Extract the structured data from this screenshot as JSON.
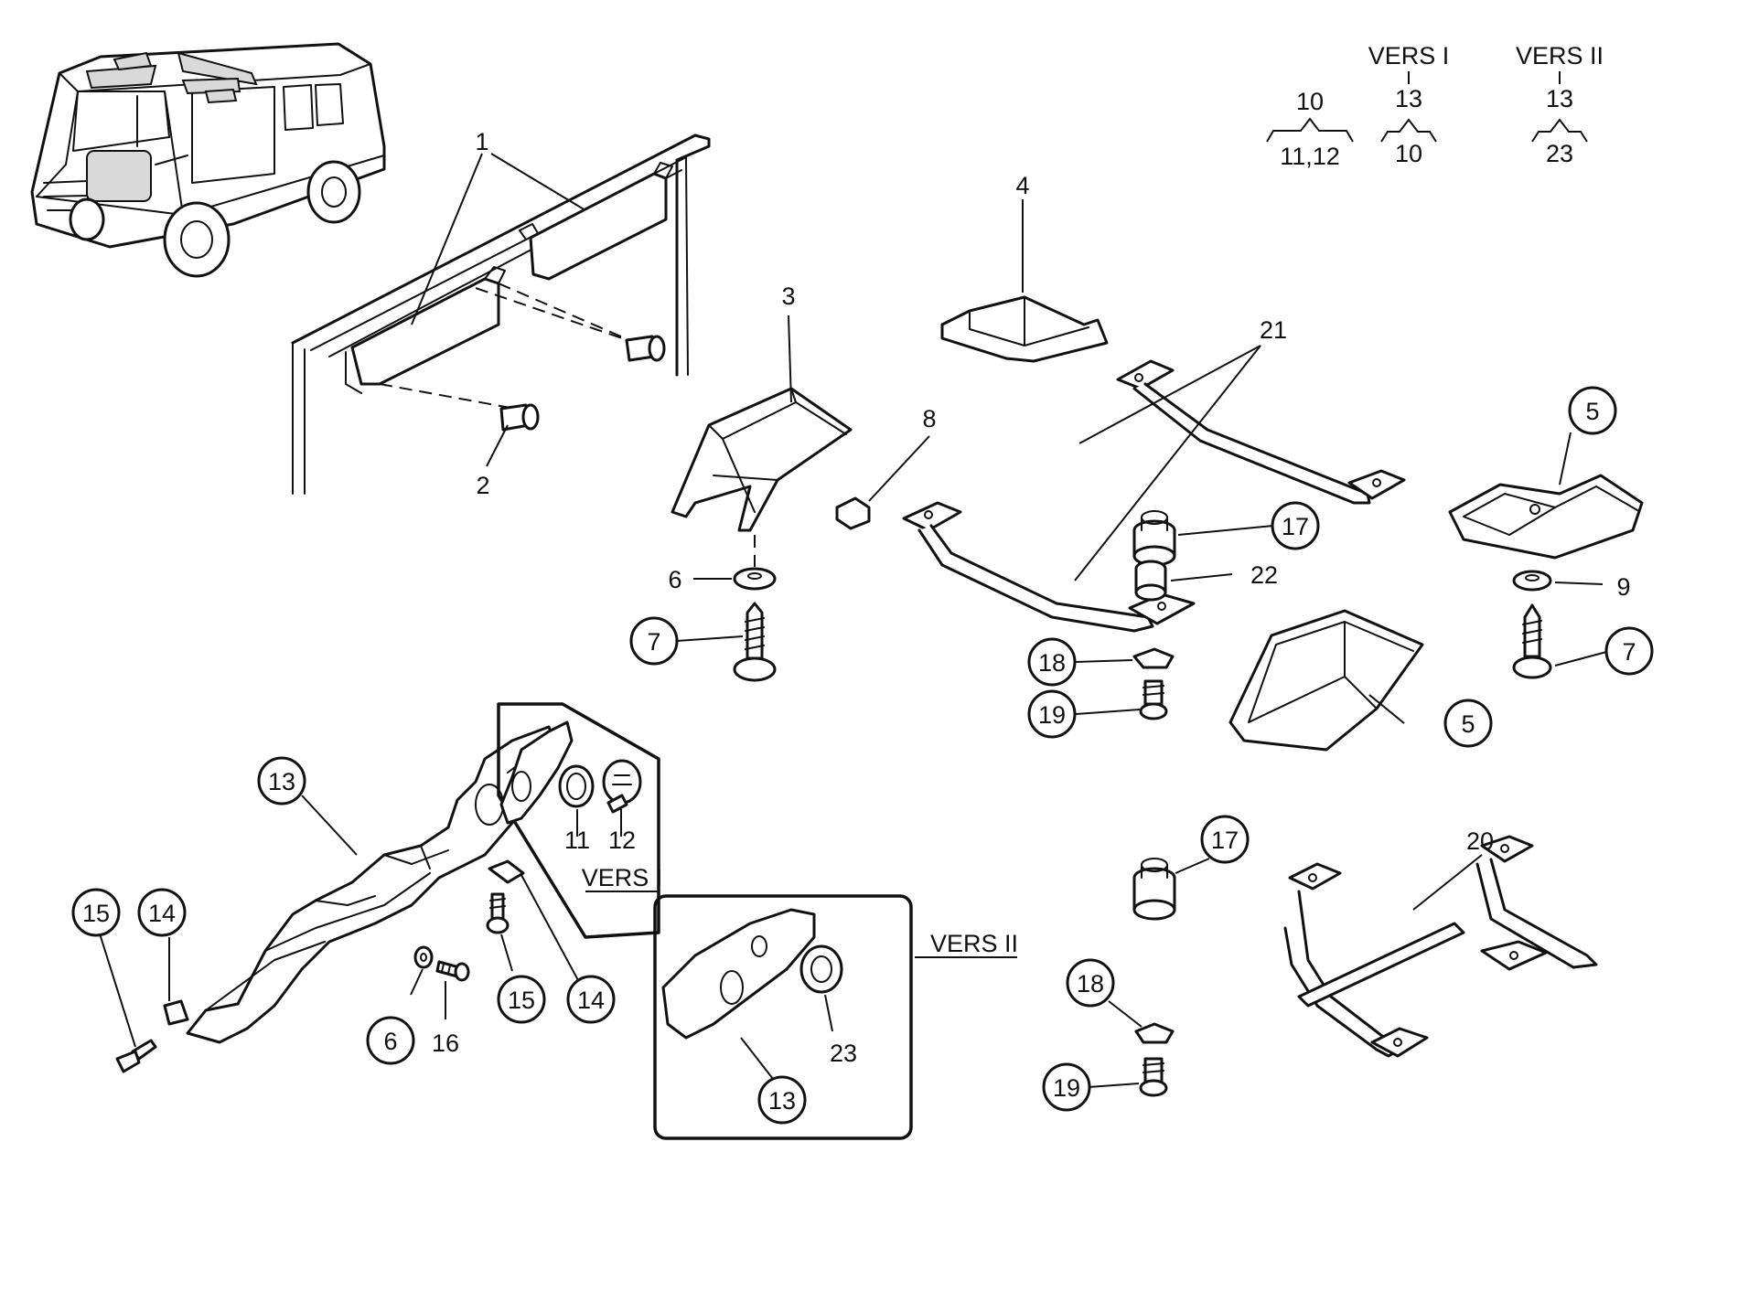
{
  "header": {
    "v1": "VERS I",
    "v2": "VERS II",
    "g1_top": "10",
    "g1_bottom": "11,12",
    "g2_top": "13",
    "g2_bottom": "10",
    "g3_top": "13",
    "g3_bottom": "23"
  },
  "callouts": {
    "c1": "1",
    "c2": "2",
    "c3": "3",
    "c4": "4",
    "c5a": "5",
    "c5b": "5",
    "c6a": "6",
    "c6b": "6",
    "c7a": "7",
    "c7b": "7",
    "c8": "8",
    "c9": "9",
    "c11": "11",
    "c12": "12",
    "c13a": "13",
    "c13b": "13",
    "c14a": "14",
    "c14b": "14",
    "c15a": "15",
    "c15b": "15",
    "c16": "16",
    "c17a": "17",
    "c17b": "17",
    "c18a": "18",
    "c18b": "18",
    "c19a": "19",
    "c19b": "19",
    "c20": "20",
    "c21": "21",
    "c22": "22",
    "c23": "23"
  },
  "variant_labels": {
    "vers1": "VERS I",
    "vers2": "VERS II"
  }
}
